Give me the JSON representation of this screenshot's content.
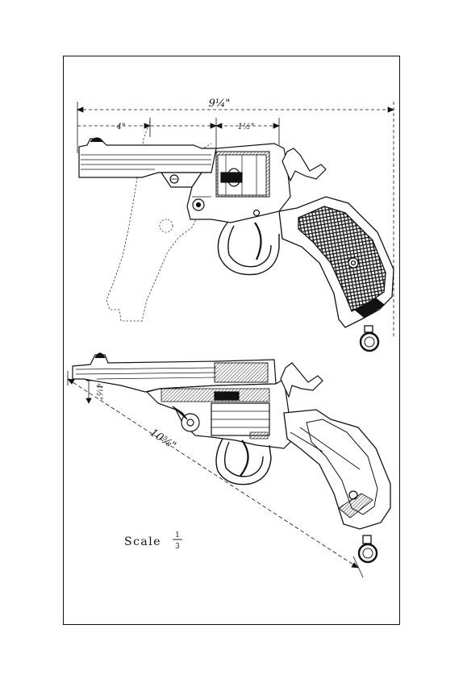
{
  "dimensions": {
    "overall_length": "9¼\"",
    "barrel_length": "4\"",
    "cylinder_length": "1½\"",
    "diagonal_length": "10⅝\"",
    "small_offset": "4½\""
  },
  "scale": {
    "word": "Scale",
    "numerator": "1",
    "denominator": "3"
  },
  "colors": {
    "ink": "#111111",
    "paper": "#ffffff"
  }
}
